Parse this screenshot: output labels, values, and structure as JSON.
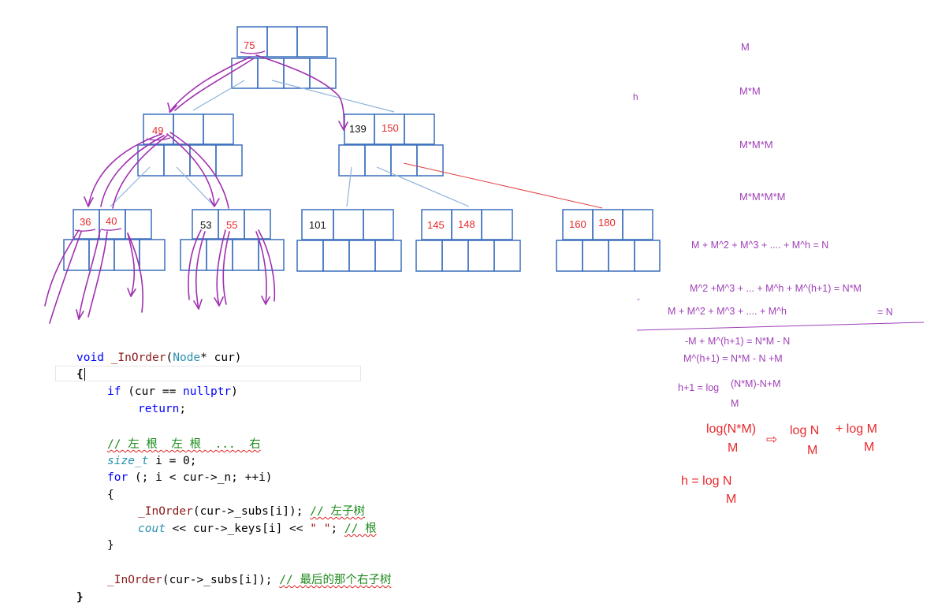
{
  "tree": {
    "root_key": "75",
    "level1": [
      {
        "keys": [
          "49"
        ]
      },
      {
        "keys": [
          "139",
          "150"
        ]
      }
    ],
    "leaves": [
      {
        "keys": [
          "36",
          "40"
        ]
      },
      {
        "keys": [
          "53",
          "55"
        ]
      },
      {
        "keys": [
          "101"
        ]
      },
      {
        "keys": [
          "145",
          "148"
        ]
      },
      {
        "keys": [
          "160",
          "180"
        ]
      }
    ],
    "colors": {
      "node_border": "#3c6fbd",
      "pointer_line": "#8fb3dd",
      "traversal_arrow": "#a030b0",
      "red_key": "#e8292b",
      "red_line": "#e04040"
    }
  },
  "code": {
    "l1_void": "void",
    "l1_fn": "_InOrder",
    "l1_open": "(",
    "l1_type": "Node",
    "l1_rest": "* cur)",
    "l2": "{",
    "l3_if": "if",
    "l3_mid": " (cur == ",
    "l3_null": "nullptr",
    "l3_close": ")",
    "l4_ret": "return",
    "l4_semi": ";",
    "l5_comment": "// 左 根  左 根  ...  右",
    "l6_type": "size_t",
    "l6_rest": " i = 0;",
    "l7_for": "for",
    "l7_rest": " (; i < cur->_n; ++i)",
    "l8": "{",
    "l9_fn": "_InOrder",
    "l9_rest": "(cur->_subs[i]); ",
    "l9_comment": "// 左子树",
    "l10_cout": "cout",
    "l10_rest": " << cur->_keys[i] << ",
    "l10_str": "\" \"",
    "l10_semi": "; ",
    "l10_comment": "// 根",
    "l11": "}",
    "l12_fn": "_InOrder",
    "l12_rest": "(cur->_subs[i]); ",
    "l12_comment": "// 最后的那个右子树",
    "l13": "}"
  },
  "math": {
    "level1": "M",
    "h_label": "h",
    "level2": "M*M",
    "level3": "M*M*M",
    "level4": "M*M*M*M",
    "sum_eq": "M + M^2 + M^3 + .... + M^h = N",
    "shifted_eq": "M^2 +M^3 + ... + M^h + M^(h+1) = N*M",
    "minus_dash": "-",
    "sub_eq_left": "M + M^2 + M^3 + .... + M^h",
    "sub_eq_right": "= N",
    "diff_eq": "-M + M^(h+1) = N*M - N",
    "mh1_eq": "M^(h+1) = N*M - N +M",
    "h1_left": "h+1 = log",
    "h1_arg": "(N*M)-N+M",
    "h1_base": "M",
    "approx_log": "log(N*M)",
    "approx_log_base": "M",
    "arrow": "⇨",
    "split_logN": "log N",
    "split_logN_base": "M",
    "split_plus": "+ log M",
    "split_logM_base": "M",
    "final_h": "h = log N",
    "final_base": "M"
  }
}
